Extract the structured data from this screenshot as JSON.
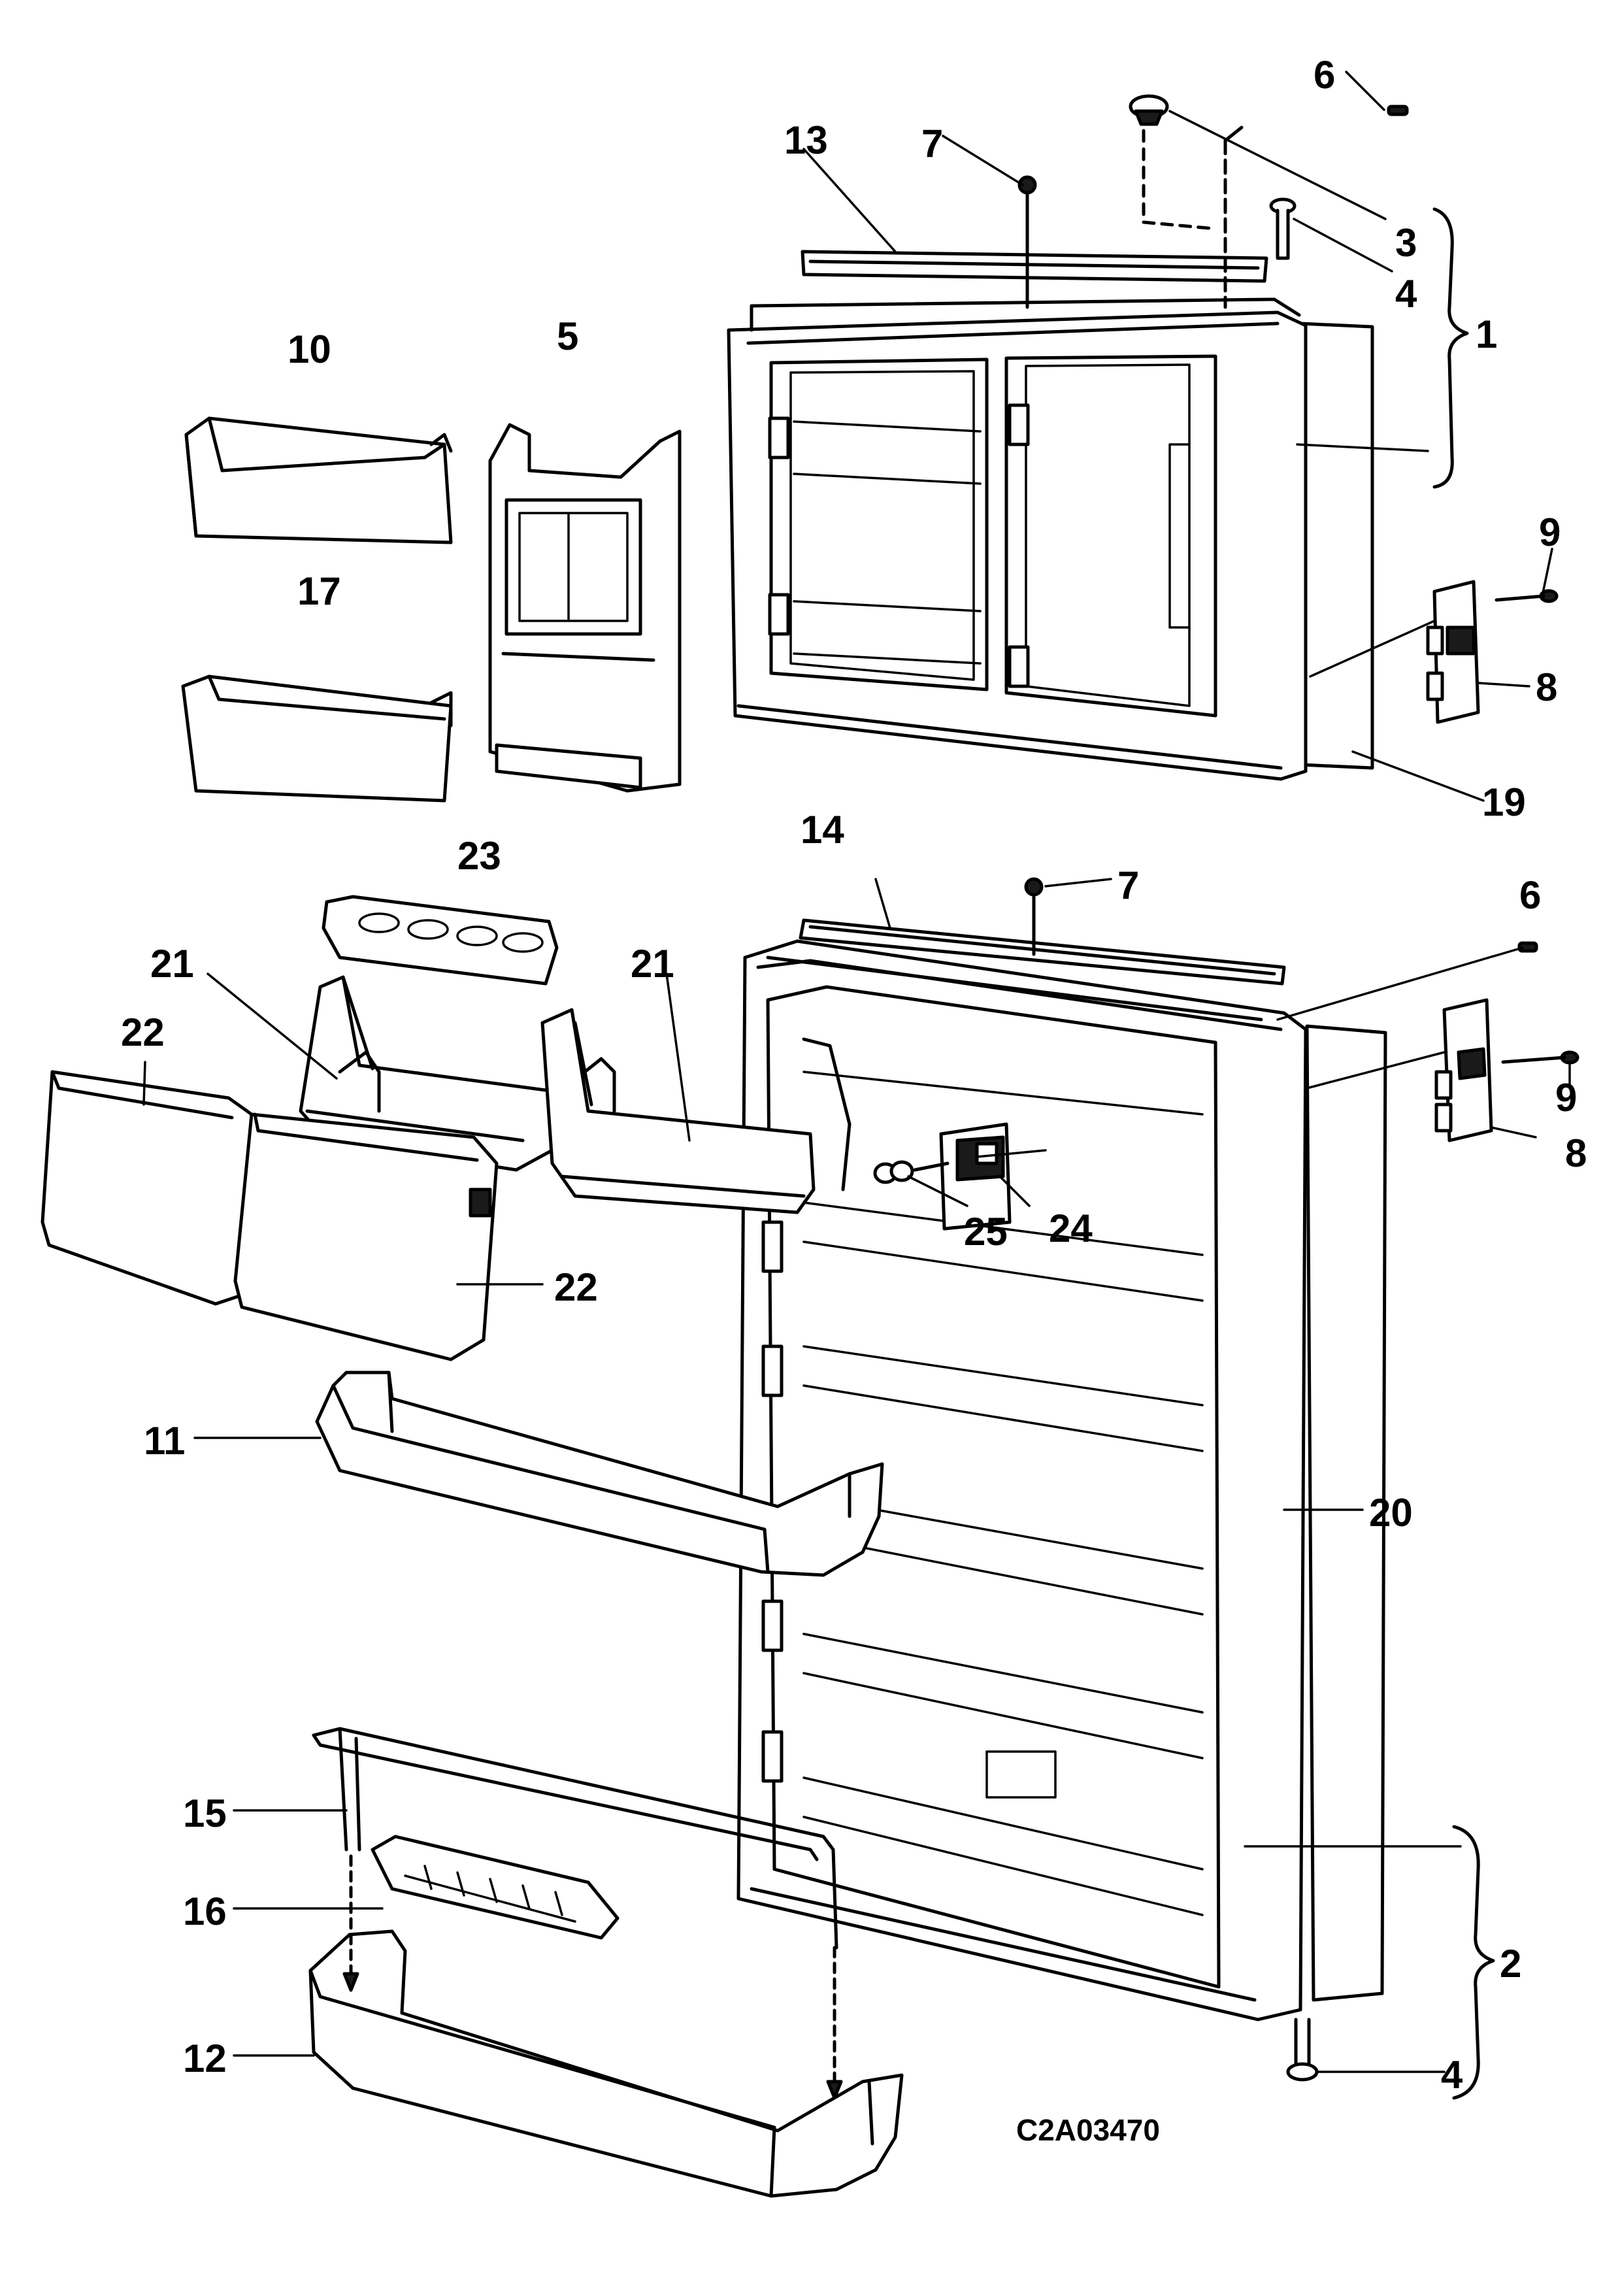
{
  "diagram": {
    "drawing_code": "C2A03470",
    "labels": [
      {
        "id": "l6a",
        "text": "6"
      },
      {
        "id": "l7a",
        "text": "7"
      },
      {
        "id": "l13",
        "text": "13"
      },
      {
        "id": "l3",
        "text": "3"
      },
      {
        "id": "l4a",
        "text": "4"
      },
      {
        "id": "l1",
        "text": "1"
      },
      {
        "id": "l10",
        "text": "10"
      },
      {
        "id": "l5",
        "text": "5"
      },
      {
        "id": "l9a",
        "text": "9"
      },
      {
        "id": "l8a",
        "text": "8"
      },
      {
        "id": "l17",
        "text": "17"
      },
      {
        "id": "l19",
        "text": "19"
      },
      {
        "id": "l14",
        "text": "14"
      },
      {
        "id": "l7b",
        "text": "7"
      },
      {
        "id": "l6b",
        "text": "6"
      },
      {
        "id": "l23",
        "text": "23"
      },
      {
        "id": "l21a",
        "text": "21"
      },
      {
        "id": "l21b",
        "text": "21"
      },
      {
        "id": "l22a",
        "text": "22"
      },
      {
        "id": "l9b",
        "text": "9"
      },
      {
        "id": "l8b",
        "text": "8"
      },
      {
        "id": "l25",
        "text": "25"
      },
      {
        "id": "l24",
        "text": "24"
      },
      {
        "id": "l22b",
        "text": "22"
      },
      {
        "id": "l11",
        "text": "11"
      },
      {
        "id": "l20",
        "text": "20"
      },
      {
        "id": "l15",
        "text": "15"
      },
      {
        "id": "l2",
        "text": "2"
      },
      {
        "id": "l16",
        "text": "16"
      },
      {
        "id": "l12",
        "text": "12"
      },
      {
        "id": "l4b",
        "text": "4"
      }
    ]
  }
}
